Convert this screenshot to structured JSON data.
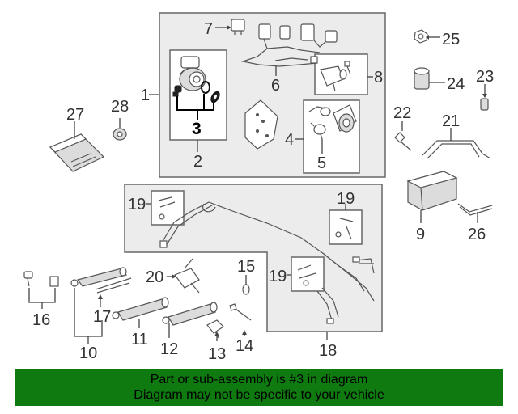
{
  "callouts": {
    "c1": "1",
    "c2": "2",
    "c3": "3",
    "c4": "4",
    "c5": "5",
    "c6": "6",
    "c7": "7",
    "c8": "8",
    "c9": "9",
    "c10": "10",
    "c11": "11",
    "c12": "12",
    "c13": "13",
    "c14": "14",
    "c15": "15",
    "c16": "16",
    "c17": "17",
    "c18": "18",
    "c19a": "19",
    "c19b": "19",
    "c19c": "19",
    "c20": "20",
    "c21": "21",
    "c22": "22",
    "c23": "23",
    "c24": "24",
    "c25": "25",
    "c26": "26",
    "c27": "27",
    "c28": "28"
  },
  "highlighted_part": "3",
  "banner": {
    "line1": "Part or sub-assembly is #3 in diagram",
    "line2": "Diagram may not be specific to your vehicle"
  },
  "colors": {
    "banner_bg": "#0f7a0f",
    "box_fill": "#ececec",
    "highlight": "#000000"
  }
}
